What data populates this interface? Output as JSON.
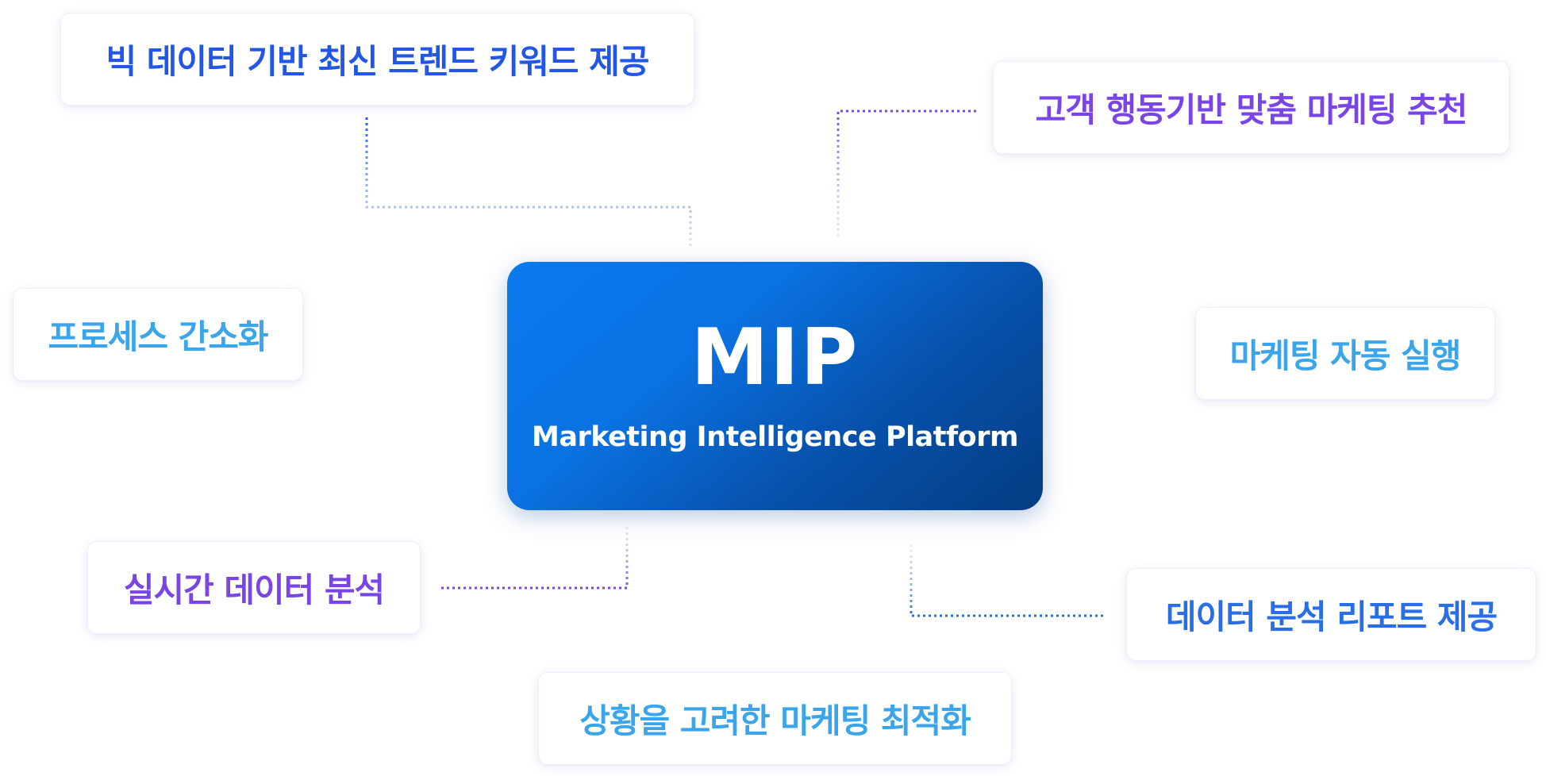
{
  "center": {
    "title": "MIP",
    "subtitle": "Marketing Intelligence Platform"
  },
  "nodes": {
    "big_data_keywords": {
      "label": "빅 데이터 기반 최신 트렌드 키워드 제공",
      "color": "#2256e6"
    },
    "customer_behavior": {
      "label": "고객 행동기반 맞춤 마케팅 추천",
      "color": "#7a45e6"
    },
    "process_simplify": {
      "label": "프로세스 간소화",
      "color": "#3aa5ea"
    },
    "auto_marketing": {
      "label": "마케팅 자동 실행",
      "color": "#3aa5ea"
    },
    "realtime_analysis": {
      "label": "실시간 데이터 분석",
      "color": "#7a45e6"
    },
    "analysis_report": {
      "label": "데이터 분석 리포트 제공",
      "color": "#2a6ee6"
    },
    "context_optimize": {
      "label": "상황을 고려한 마케팅 최적화",
      "color": "#3aa5ea"
    }
  },
  "colors": {
    "center_gradient_start": "#0b79ec",
    "center_gradient_end": "#043c80"
  }
}
